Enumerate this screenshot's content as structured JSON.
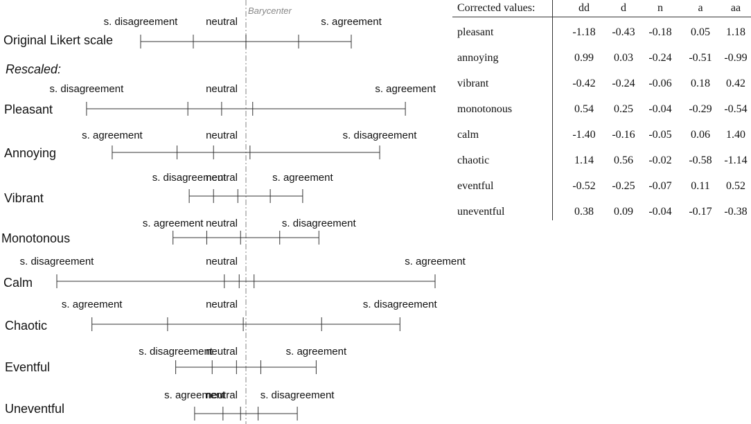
{
  "diagram": {
    "barycenter_label": "Barycenter",
    "rescaled_label": "Rescaled:",
    "neutral_label": "neutral",
    "scales": [
      {
        "name": "Original Likert scale",
        "left_label": "s. disagreement",
        "right_label": "s. agreement",
        "ticks": [
          -1.0,
          -0.5,
          0.0,
          0.5,
          1.0
        ]
      },
      {
        "name": "Pleasant",
        "left_label": "s. disagreement",
        "right_label": "s. agreement",
        "ticks": [
          -1.18,
          -0.43,
          -0.18,
          0.05,
          1.18
        ]
      },
      {
        "name": "Annoying",
        "left_label": "s. agreement",
        "right_label": "s. disagreement",
        "ticks": [
          -0.99,
          -0.51,
          -0.24,
          0.03,
          0.99
        ]
      },
      {
        "name": "Vibrant",
        "left_label": "s. disagreement",
        "right_label": "s. agreement",
        "ticks": [
          -0.42,
          -0.24,
          -0.06,
          0.18,
          0.42
        ]
      },
      {
        "name": "Monotonous",
        "left_label": "s. agreement",
        "right_label": "s. disagreement",
        "ticks": [
          -0.54,
          -0.29,
          -0.04,
          0.25,
          0.54
        ]
      },
      {
        "name": "Calm",
        "left_label": "s. disagreement",
        "right_label": "s. agreement",
        "ticks": [
          -1.4,
          -0.16,
          -0.05,
          0.06,
          1.4
        ]
      },
      {
        "name": "Chaotic",
        "left_label": "s. agreement",
        "right_label": "s. disagreement",
        "ticks": [
          -1.14,
          -0.58,
          -0.02,
          0.56,
          1.14
        ]
      },
      {
        "name": "Eventful",
        "left_label": "s. disagreement",
        "right_label": "s. agreement",
        "ticks": [
          -0.52,
          -0.25,
          -0.07,
          0.11,
          0.52
        ]
      },
      {
        "name": "Uneventful",
        "left_label": "s. agreement",
        "right_label": "s. disagreement",
        "ticks": [
          -0.38,
          -0.17,
          -0.04,
          0.09,
          0.38
        ]
      }
    ]
  },
  "table": {
    "headers": [
      "Corrected values:",
      "dd",
      "d",
      "n",
      "a",
      "aa"
    ],
    "rows": [
      [
        "pleasant",
        "-1.18",
        "-0.43",
        "-0.18",
        "0.05",
        "1.18"
      ],
      [
        "annoying",
        "0.99",
        "0.03",
        "-0.24",
        "-0.51",
        "-0.99"
      ],
      [
        "vibrant",
        "-0.42",
        "-0.24",
        "-0.06",
        "0.18",
        "0.42"
      ],
      [
        "monotonous",
        "0.54",
        "0.25",
        "-0.04",
        "-0.29",
        "-0.54"
      ],
      [
        "calm",
        "-1.40",
        "-0.16",
        "-0.05",
        "0.06",
        "1.40"
      ],
      [
        "chaotic",
        "1.14",
        "0.56",
        "-0.02",
        "-0.58",
        "-1.14"
      ],
      [
        "eventful",
        "-0.52",
        "-0.25",
        "-0.07",
        "0.11",
        "0.52"
      ],
      [
        "uneventful",
        "0.38",
        "0.09",
        "-0.04",
        "-0.17",
        "-0.38"
      ]
    ]
  }
}
